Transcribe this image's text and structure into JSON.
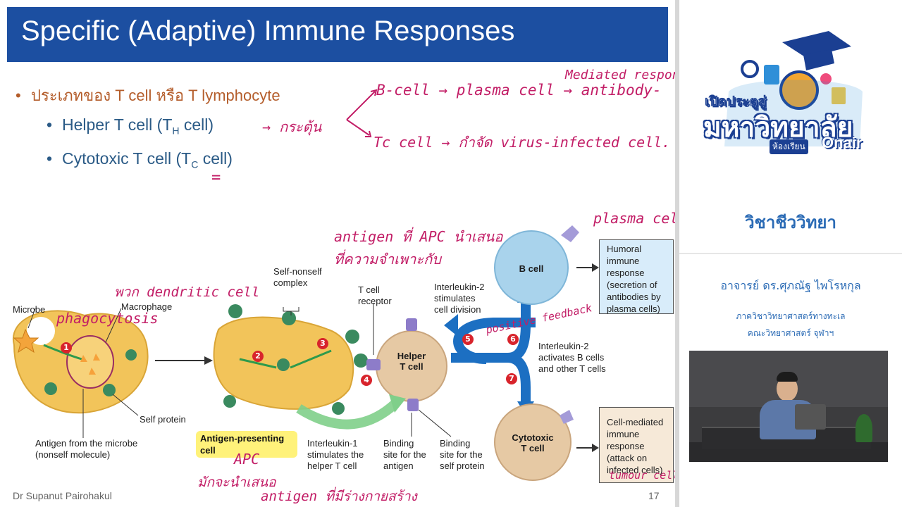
{
  "slide": {
    "title": "Specific (Adaptive) Immune Responses",
    "bullet_main": "ประเภทของ T cell หรือ T lymphocyte",
    "bullets": [
      {
        "pre": "Helper T cell (T",
        "sub": "H",
        "post": " cell)"
      },
      {
        "pre": "Cytotoxic T cell (T",
        "sub": "C",
        "post": " cell)"
      }
    ],
    "footer_author": "Dr Supanut Pairohakul",
    "page_number": "17"
  },
  "handwriting": {
    "mediated": "Mediated response",
    "bcell_line": "B-cell → plasma cell → antibody-",
    "stimulate": "→ กระตุ้น",
    "tc_line": "Tc cell → กำจัด virus-infected cell.",
    "equals": "=",
    "plasma_cell": "plasma cell",
    "antigen_line1": "antigen ที่ APC นำเสนอ",
    "antigen_line2": "ที่ความจำเพาะกับ",
    "dendritic": "พวก dendritic cell",
    "phagocytosis": "phagocytosis",
    "positive_feedback": "positive feedback",
    "apc": "APC",
    "apc_present": "มักจะนำเสนอ",
    "antigen_foreign": "antigen ที่มีร่างกายสร้าง",
    "tumour": "tumour cell"
  },
  "diagram": {
    "microbe": "Microbe",
    "macrophage": "Macrophage",
    "self_protein": "Self protein",
    "antigen_from_microbe": "Antigen from the microbe\n(nonself molecule)",
    "self_nonself": "Self-nonself\ncomplex",
    "t_cell_receptor": "T cell\nreceptor",
    "interleukin2_division": "Interleukin-2\nstimulates\ncell division",
    "interleukin2_activates": "Interleukin-2\nactivates B cells\nand other T cells",
    "antigen_presenting_cell": "Antigen-presenting\ncell",
    "interleukin1": "Interleukin-1\nstimulates the\nhelper T cell",
    "binding_antigen": "Binding\nsite for the\nantigen",
    "binding_self": "Binding\nsite for the\nself protein",
    "helper_t": "Helper\nT cell",
    "b_cell": "B cell",
    "cytotoxic_t": "Cytotoxic\nT cell",
    "humoral": "Humoral\nimmune\nresponse\n(secretion of\nantibodies by\nplasma cells)",
    "cell_mediated": "Cell-mediated\nimmune\nresponse\n(attack on\ninfected cells)",
    "steps": [
      "1",
      "2",
      "3",
      "4",
      "5",
      "6",
      "7"
    ]
  },
  "side": {
    "logo_top": "เปิดประตูสู่",
    "logo_main": "มหาวิทยาลัย",
    "logo_sub": "ห้องเรียน",
    "logo_onair": "Onair",
    "subject": "วิชาชีววิทยา",
    "teacher": "อาจารย์ ดร.ศุภณัฐ ไพโรหกุล",
    "dept1": "ภาควิชาวิทยาศาสตร์ทางทะเล",
    "dept2": "คณะวิทยาศาสตร์ จุฬาฯ"
  },
  "colors": {
    "title_bar": "#1c4fa1",
    "handwriting": "#c21d66",
    "step_circle": "#d8242c",
    "arrow_blue": "#1c6fc2",
    "arrow_green": "#5cb85c"
  }
}
